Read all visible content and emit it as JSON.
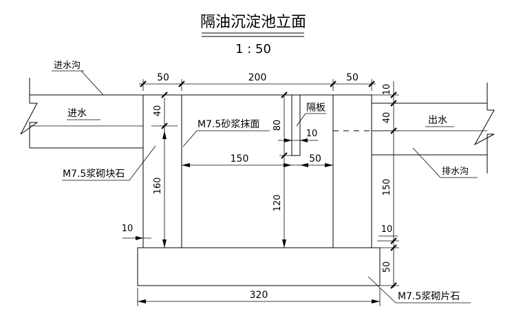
{
  "title": "隔油沉淀池立面",
  "scale": "1 : 50",
  "labels": {
    "inlet_channel": "进水沟",
    "inlet": "进水",
    "mortar_plaster": "M7.5砂浆抹面",
    "partition": "隔板",
    "masonry_block": "M7.5浆砌块石",
    "outlet": "出水",
    "outlet_channel": "排水沟",
    "masonry_slab": "M7.5浆砌片石"
  },
  "dimensions": {
    "top_left_wall": "50",
    "top_inner": "200",
    "top_right_wall": "50",
    "right_top": "10",
    "right_outlet": "40",
    "right_body": "150",
    "right_bottom": "10",
    "right_base": "50",
    "left_inlet": "40",
    "left_wall_height": "160",
    "left_bottom": "10",
    "partition_height": "80",
    "partition_thickness": "10",
    "inner_left": "150",
    "inner_right": "50",
    "partition_gap": "120",
    "base_width": "320"
  }
}
